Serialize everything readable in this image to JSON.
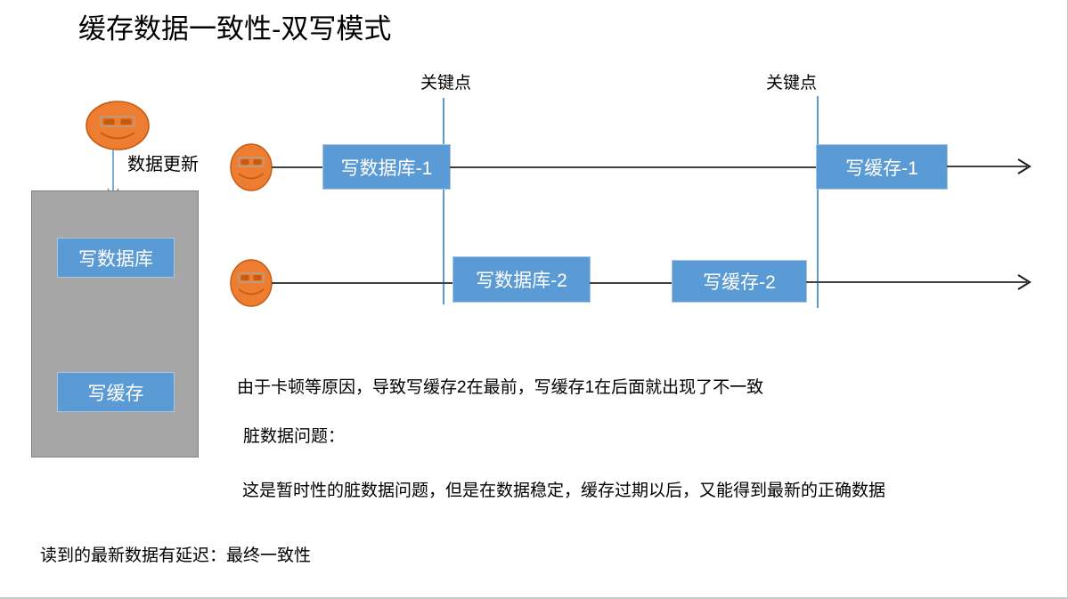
{
  "slide": {
    "title": "缓存数据一致性-双写模式",
    "background_color": "#ffffff"
  },
  "colors": {
    "blue_box": "#5b9bd5",
    "blue_box_border": "#a9c5e0",
    "gray_panel": "#a6a6a6",
    "gray_panel_border": "#7f7f7f",
    "orange_face": "#ed7d31",
    "orange_face_border": "#c55a11",
    "keypoint_line": "#5b9bd5",
    "timeline": "#404040",
    "text": "#000000"
  },
  "keypoints": [
    {
      "label": "关键点"
    },
    {
      "label": "关键点"
    }
  ],
  "left_panel": {
    "update_arrow_label": "数据更新",
    "boxes": [
      {
        "label": "写数据库"
      },
      {
        "label": "写缓存"
      }
    ]
  },
  "timelines": [
    {
      "actor": "user-face-1",
      "steps": [
        {
          "label": "写数据库-1"
        },
        {
          "label": "写缓存-1"
        }
      ]
    },
    {
      "actor": "user-face-2",
      "steps": [
        {
          "label": "写数据库-2"
        },
        {
          "label": "写缓存-2"
        }
      ]
    }
  ],
  "notes": [
    {
      "text": "由于卡顿等原因，导致写缓存2在最前，写缓存1在后面就出现了不一致"
    },
    {
      "text": "脏数据问题："
    },
    {
      "text": "这是暂时性的脏数据问题，但是在数据稳定，缓存过期以后，又能得到最新的正确数据"
    },
    {
      "text": "读到的最新数据有延迟：最终一致性"
    }
  ]
}
